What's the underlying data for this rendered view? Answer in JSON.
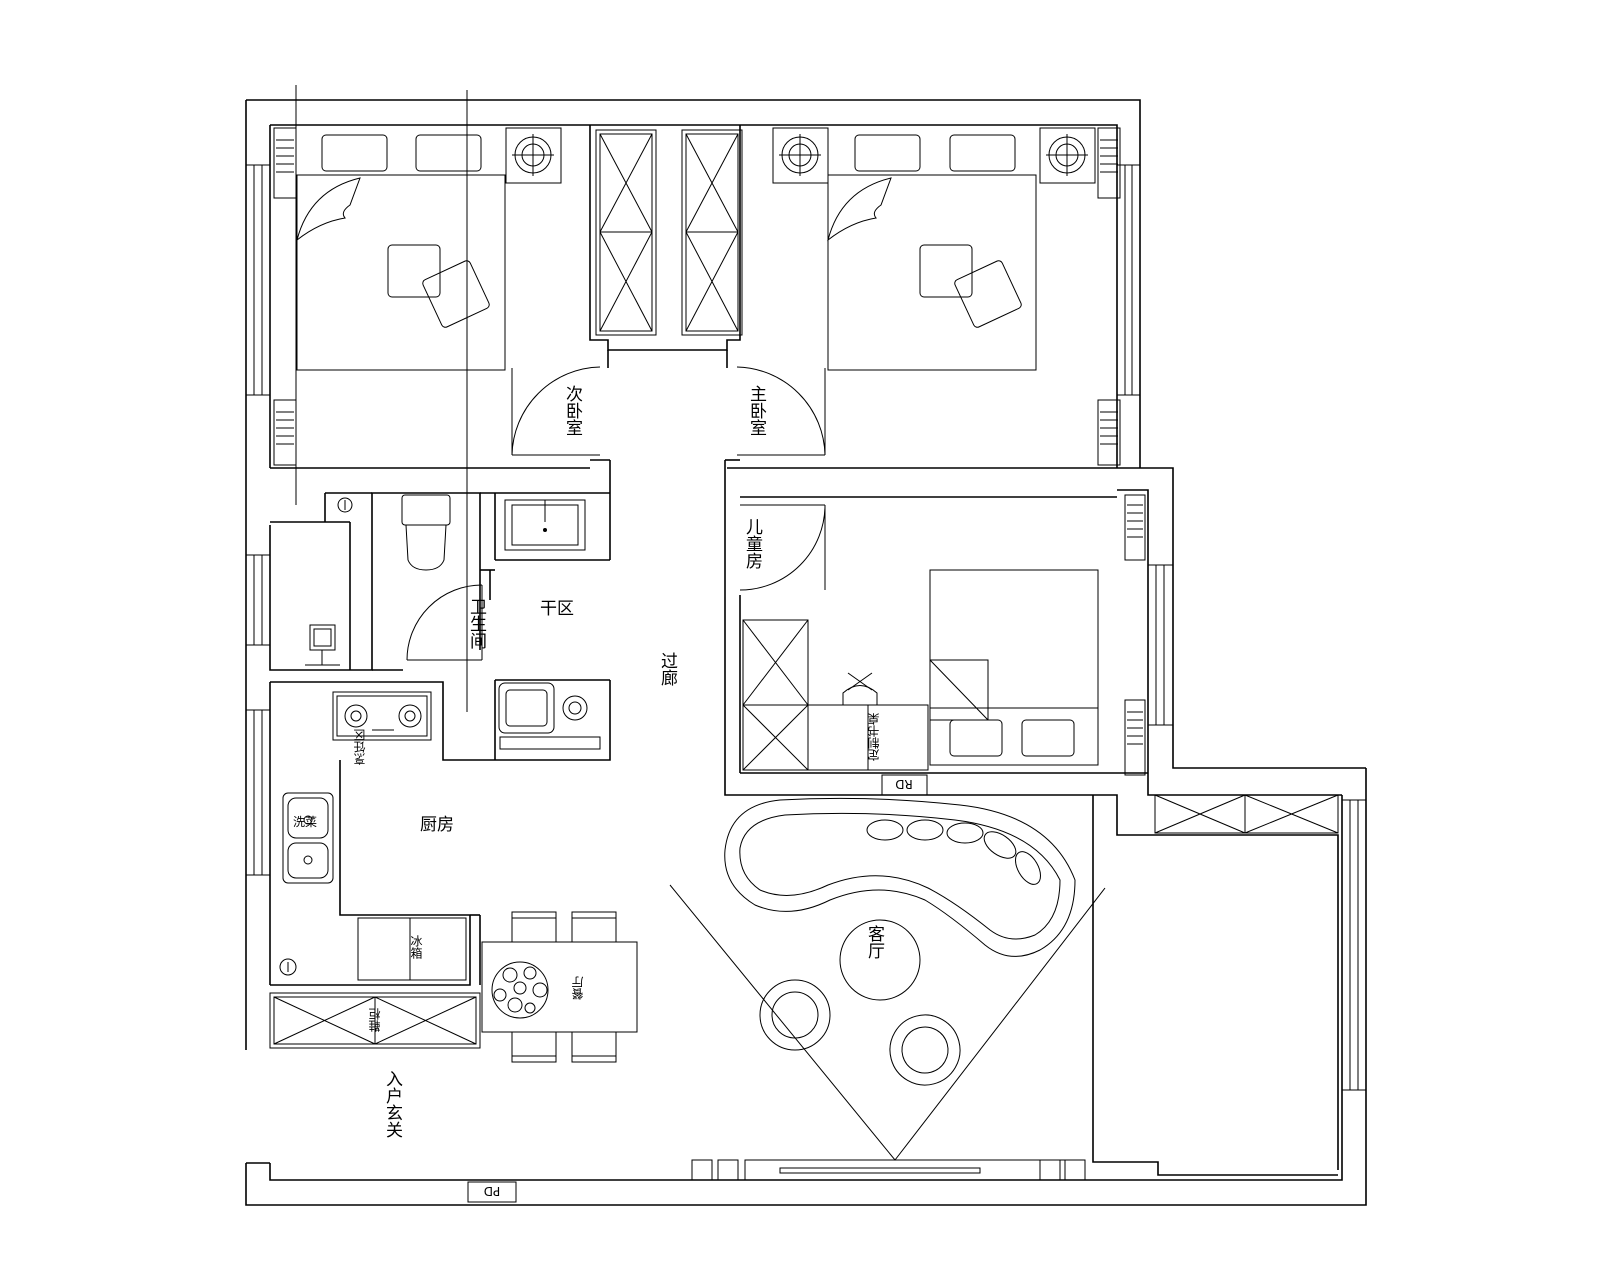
{
  "rooms": {
    "second_bedroom": "次卧室",
    "master_bedroom": "主卧室",
    "children_room": "儿童房",
    "bathroom": "卫生间",
    "dry_zone": "干区",
    "corridor": "过廊",
    "kitchen": "厨房",
    "living_room": "客厅",
    "entrance": "入户玄关",
    "dining": "餐厅"
  },
  "fixtures": {
    "fridge": "冰箱",
    "shoe_cabinet": "鞋柜",
    "custom_desk": "定制书桌",
    "stove_zone": "烹饪区",
    "sink": "洗菜"
  },
  "ducts": {
    "rd": "RD",
    "pd": "PD"
  }
}
